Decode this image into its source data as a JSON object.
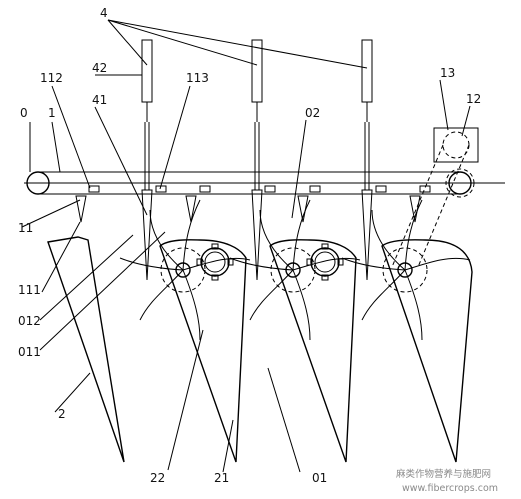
{
  "labels": {
    "l4": "4",
    "l42": "42",
    "l112": "112",
    "l113": "113",
    "l13": "13",
    "l12": "12",
    "l0": "0",
    "l1": "1",
    "l41": "41",
    "l02": "02",
    "l11": "11",
    "l111": "111",
    "l012": "012",
    "l011": "011",
    "l2": "2",
    "l22": "22",
    "l21": "21",
    "l01": "01"
  },
  "watermark": {
    "line1": "麻类作物营养与施肥网",
    "line2": "www.fibercrops.com"
  }
}
